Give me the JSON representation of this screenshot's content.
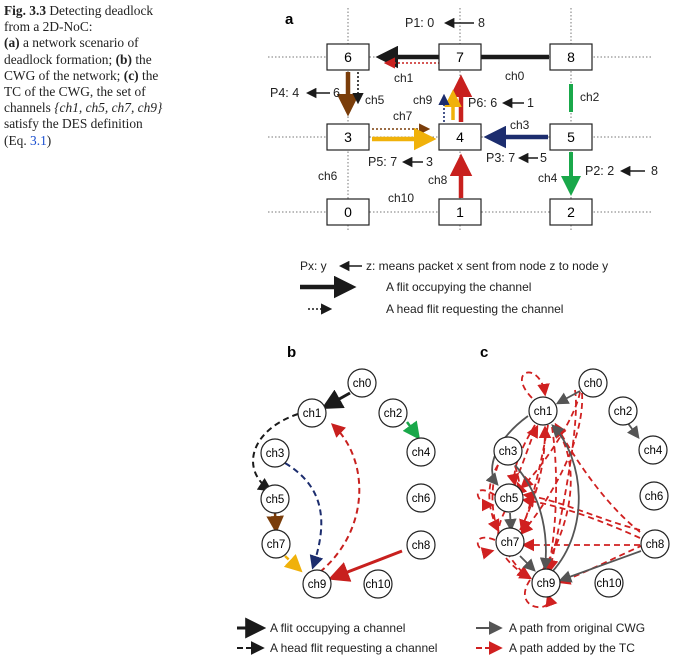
{
  "caption": {
    "line1_bold": "Fig. 3.3",
    "line1_rest": "Detecting deadlock",
    "line2": "from a 2D-NoC:",
    "line3_bold": "(a)",
    "line3_rest": "a network scenario of",
    "line4_rest": "deadlock formation;",
    "line4_bold": "(b)",
    "line4_tail": "the",
    "line5_rest": "CWG of the network;",
    "line5_bold": "(c)",
    "line5_tail": "the",
    "line6": "TC of the CWG, the set of",
    "line7_pre": "channels ",
    "line7_set": "{ch1, ch5, ch7, ch9}",
    "line8": "satisfy the DES definition",
    "line9_pre": "(Eq. ",
    "line9_ref": "3.1",
    "line9_post": ")"
  },
  "panel_a": {
    "label": "a",
    "nodes": [
      "0",
      "1",
      "2",
      "3",
      "4",
      "5",
      "6",
      "7",
      "8"
    ],
    "channels": [
      "ch1",
      "ch0",
      "ch2",
      "ch5",
      "ch7",
      "ch9",
      "ch3",
      "ch6",
      "ch8",
      "ch4",
      "ch10"
    ],
    "packets": {
      "p1": "P1: 0",
      "p1_src": "8",
      "p4": "P4: 4",
      "p4_src": "6",
      "p6": "P6: 6",
      "p6_src": "1",
      "p5": "P5: 7",
      "p5_src": "3",
      "p3": "P3: 7",
      "p3_src": "5",
      "p2": "P2: 2",
      "p2_src": "8"
    },
    "legend": {
      "line1_a": "Px: y",
      "line1_b": "z: means packet x sent from node z to node y",
      "occupy": "A flit occupying the channel",
      "request": "A head flit requesting the channel"
    }
  },
  "panel_b": {
    "label": "b",
    "nodes": [
      "ch0",
      "ch1",
      "ch2",
      "ch3",
      "ch4",
      "ch5",
      "ch6",
      "ch7",
      "ch8",
      "ch9",
      "ch10"
    ]
  },
  "panel_c": {
    "label": "c",
    "nodes": [
      "ch0",
      "ch1",
      "ch2",
      "ch3",
      "ch4",
      "ch5",
      "ch6",
      "ch7",
      "ch8",
      "ch9",
      "ch10"
    ]
  },
  "bottom_legend": {
    "occupy": "A flit occupying a channel",
    "request": "A head flit requesting a channel",
    "original": "A path from original CWG",
    "added": "A path added by the TC"
  },
  "colors": {
    "black": "#1a1a1a",
    "brown": "#7a3d0a",
    "orange": "#f0b10a",
    "red": "#c8201e",
    "navy": "#1c2d6e",
    "green": "#19a84a",
    "grey": "#555555",
    "dotted_red": "#d02020"
  }
}
